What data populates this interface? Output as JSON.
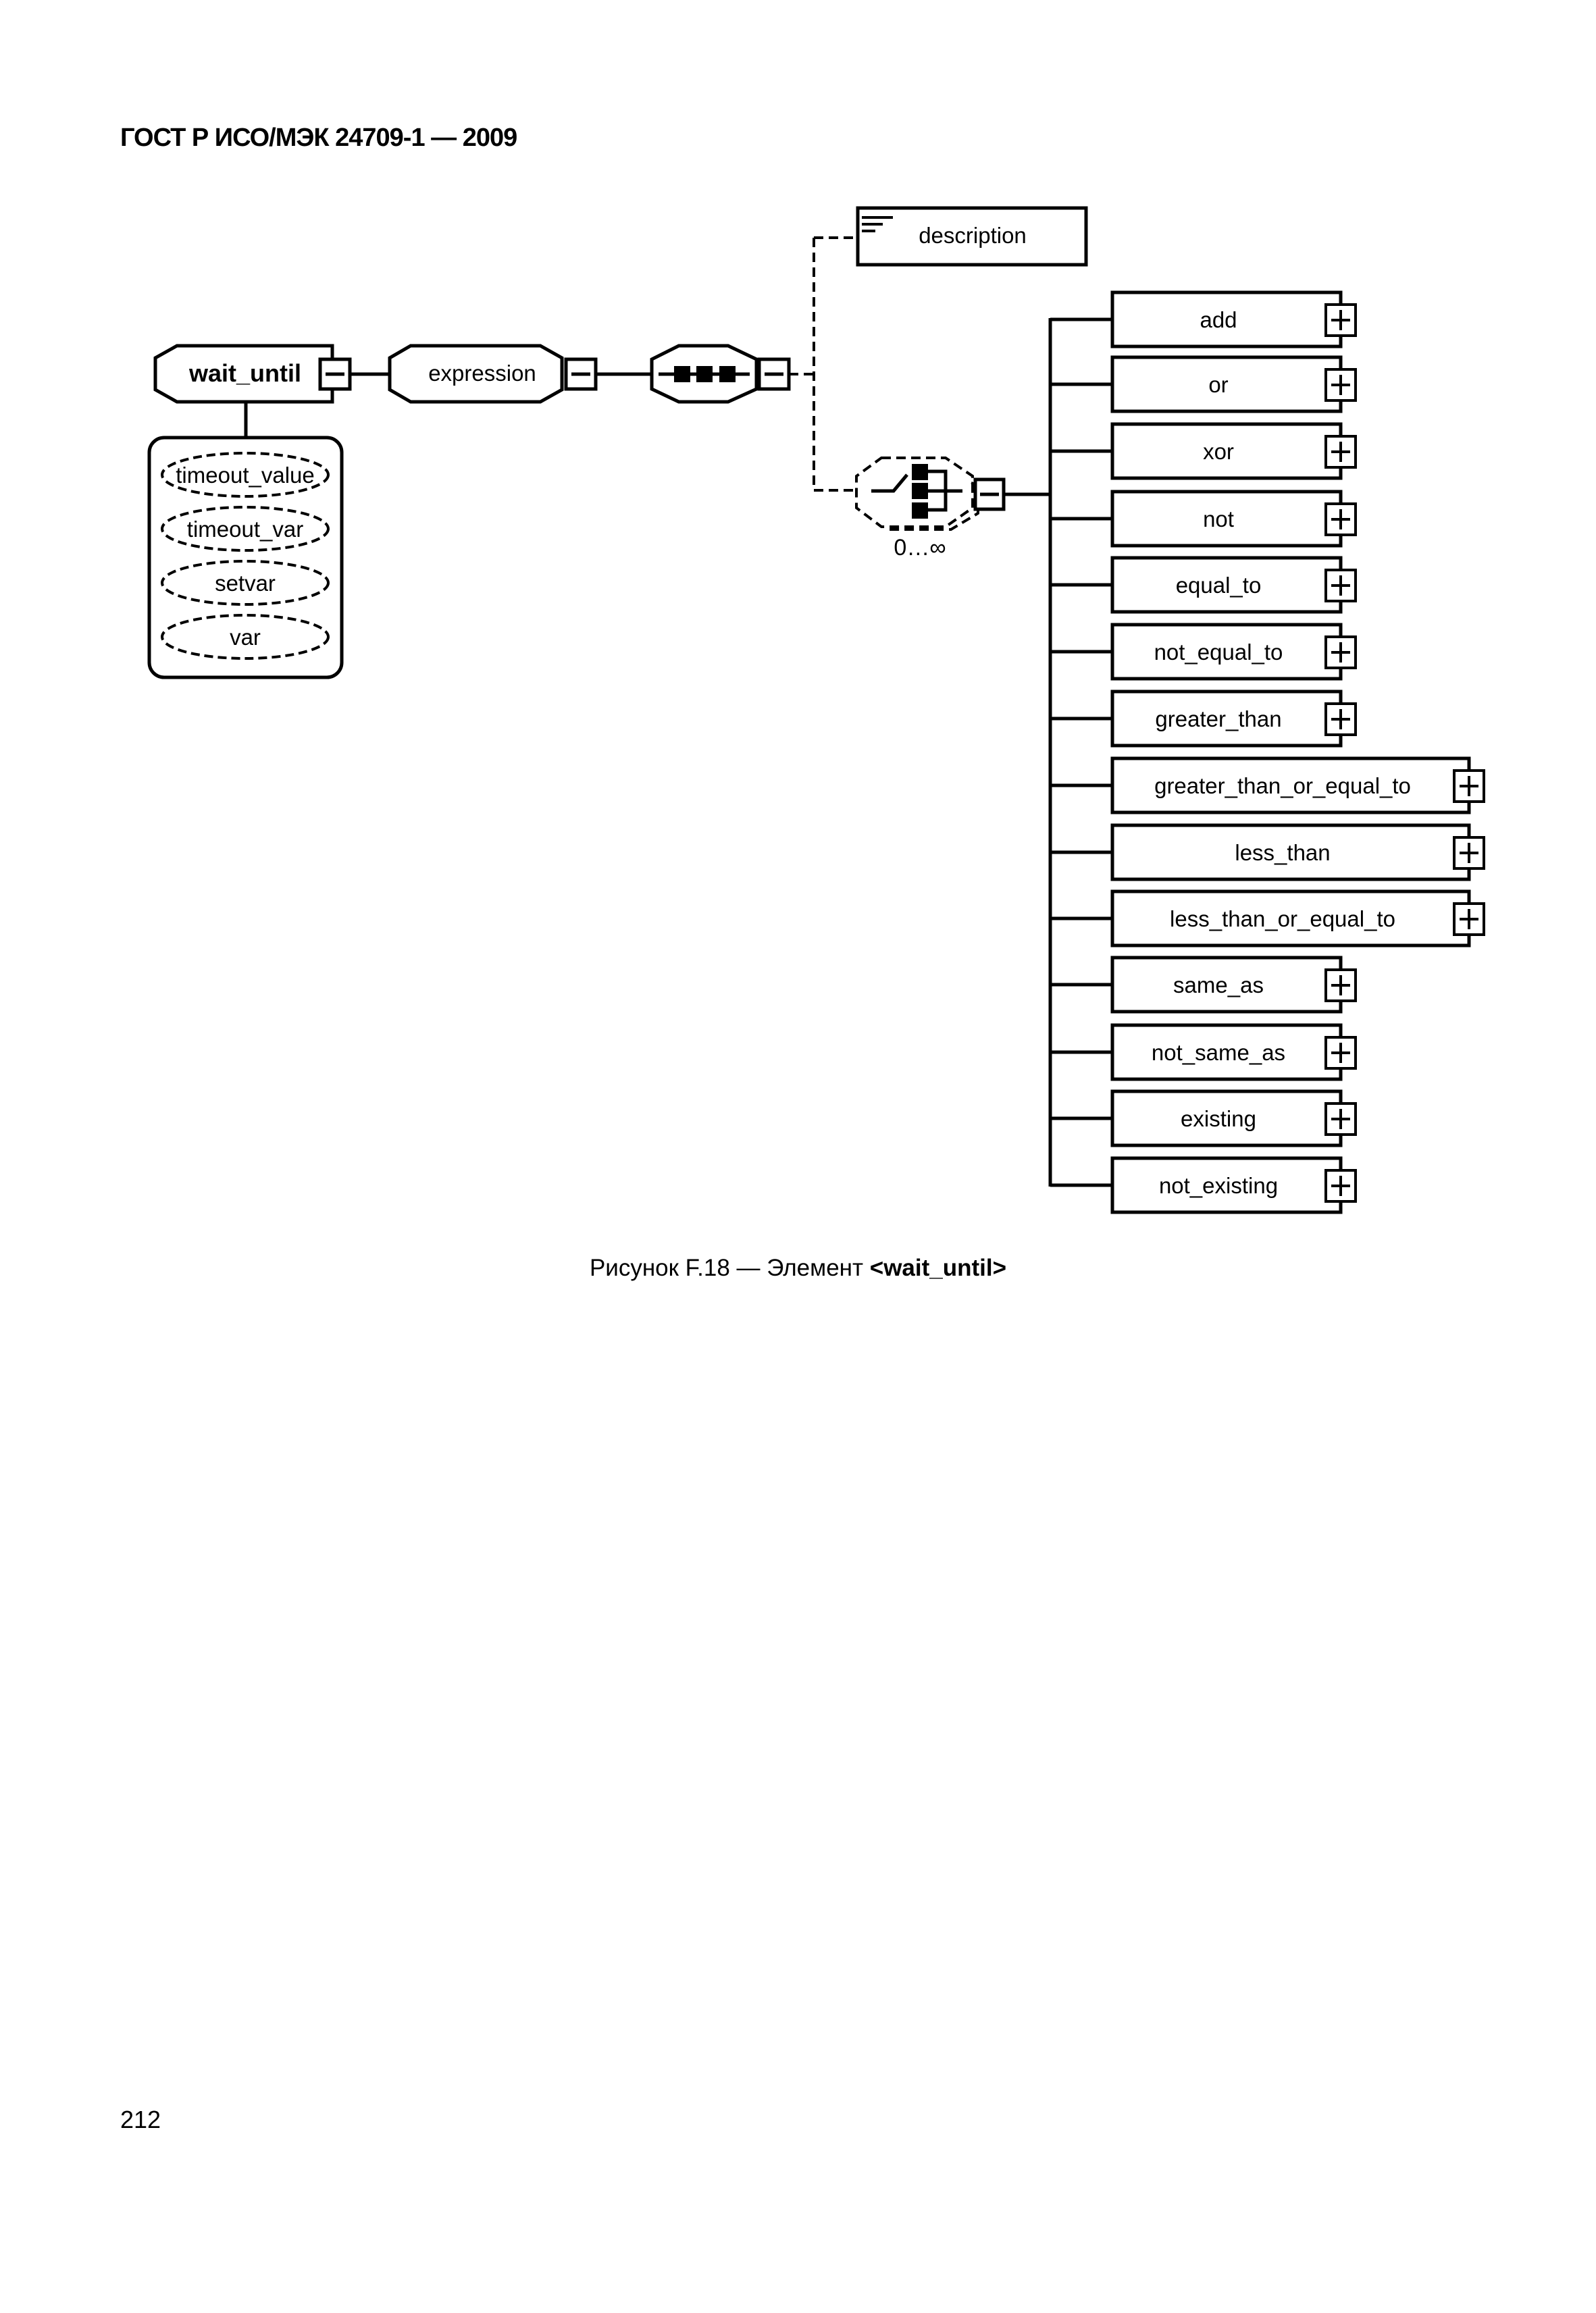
{
  "page": {
    "header": "ГОСТ Р ИСО/МЭК 24709-1 — 2009",
    "page_number": "212"
  },
  "diagram": {
    "root": {
      "label": "wait_until",
      "attributes": [
        "timeout_value",
        "timeout_var",
        "setvar",
        "var"
      ]
    },
    "expression": {
      "label": "expression"
    },
    "sequence": {
      "kind": "sequence"
    },
    "description": {
      "label": "description",
      "optional": true
    },
    "choice": {
      "multiplicity": "0…∞",
      "optional": true,
      "children": [
        {
          "label": "add"
        },
        {
          "label": "or"
        },
        {
          "label": "xor"
        },
        {
          "label": "not"
        },
        {
          "label": "equal_to"
        },
        {
          "label": "not_equal_to"
        },
        {
          "label": "greater_than"
        },
        {
          "label": "greater_than_or_equal_to"
        },
        {
          "label": "less_than"
        },
        {
          "label": "less_than_or_equal_to"
        },
        {
          "label": "same_as"
        },
        {
          "label": "not_same_as"
        },
        {
          "label": "existing"
        },
        {
          "label": "not_existing"
        }
      ]
    }
  },
  "caption": {
    "prefix": "Рисунок F.18 — Элемент ",
    "element": "<wait_until>"
  }
}
